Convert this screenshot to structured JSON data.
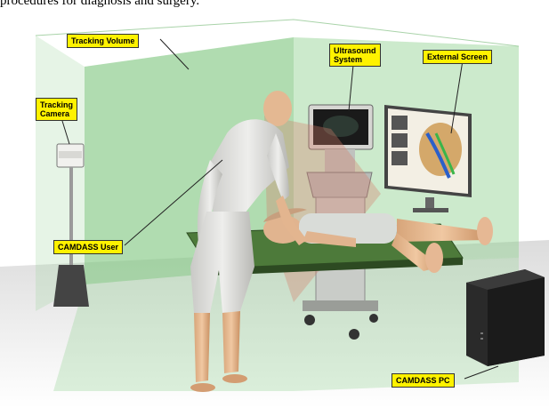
{
  "caption_fragment": "procedures for diagnosis and surgery.",
  "labels": {
    "tracking_volume": "Tracking Volume",
    "tracking_camera_line1": "Tracking",
    "tracking_camera_line2": "Camera",
    "ultrasound_line1": "Ultrasound",
    "ultrasound_line2": "System",
    "external_screen": "External Screen",
    "camdass_user": "CAMDASS User",
    "camdass_pc": "CAMDASS PC"
  },
  "colors": {
    "volume_fill": "#8fd08f",
    "callout_fill": "#fff200",
    "skin": "#e7b98f",
    "bodysuit": "#d7d9d6",
    "pc_case": "#1b1b1b"
  }
}
